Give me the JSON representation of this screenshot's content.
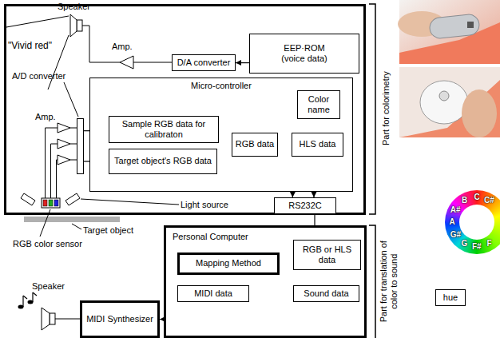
{
  "diagram": {
    "nodes": [
      {
        "text": [
          "EEP·ROM",
          "(voice data)"
        ]
      },
      {
        "text": [
          "D/A converter"
        ]
      },
      {
        "text": [
          "Micro-controller"
        ]
      },
      {
        "text": [
          "Color name"
        ],
        "in": 2
      },
      {
        "text": [
          "Sample RGB data for calibraton"
        ],
        "in": 2
      },
      {
        "text": [
          "RGB data"
        ],
        "in": 2
      },
      {
        "text": [
          "HLS data"
        ],
        "in": 2
      },
      {
        "text": [
          "Target object's RGB data"
        ],
        "in": 2
      },
      {
        "text": [
          "A/D converter"
        ]
      },
      {
        "text": [
          "RS232C"
        ]
      },
      {
        "text": [
          "Personal Computer"
        ]
      },
      {
        "text": [
          "RGB or HLS data"
        ],
        "in": 10
      },
      {
        "text": [
          "Mapping Method"
        ],
        "in": 10
      },
      {
        "text": [
          "MIDI data"
        ],
        "in": 10
      },
      {
        "text": [
          "Sound data"
        ],
        "in": 10
      },
      {
        "text": [
          "MIDI Synthesizer"
        ]
      },
      {
        "text": [
          "hue"
        ]
      }
    ],
    "edges": [
      {
        "from": 0,
        "to": 1,
        "arrow": "to"
      },
      {
        "from": 8,
        "to": 4,
        "arrow": "to"
      },
      {
        "from": 8,
        "to": 7,
        "arrow": "to"
      },
      {
        "from": 4,
        "to": 5,
        "arrow": "to"
      },
      {
        "from": 7,
        "to": 5,
        "arrow": "to"
      },
      {
        "from": 5,
        "to": 6,
        "arrow": "to"
      },
      {
        "from": 6,
        "to": 3,
        "arrow": "to"
      },
      {
        "from": 5,
        "to": 9,
        "arrow": "to"
      },
      {
        "from": 6,
        "to": 9,
        "arrow": "to"
      },
      {
        "from": 9,
        "to": 11,
        "arrow": "to"
      },
      {
        "from": 11,
        "to": 14,
        "arrow": "to"
      },
      {
        "from": 12,
        "to": 14,
        "arrow": "to"
      },
      {
        "from": 14,
        "to": 13,
        "arrow": "to"
      },
      {
        "from": 13,
        "to": 15,
        "arrow": "to"
      }
    ],
    "labels": [
      "Speaker",
      "\"Vivid red\"",
      "Amp.",
      "Amp.",
      "Light source",
      "Target object",
      "RGB color sensor",
      "Speaker",
      "Part for colorimetry",
      "Part for translation of color to sound",
      "B",
      "C",
      "C#",
      "A#",
      "A",
      "G#",
      "G",
      "F#",
      "F"
    ]
  }
}
